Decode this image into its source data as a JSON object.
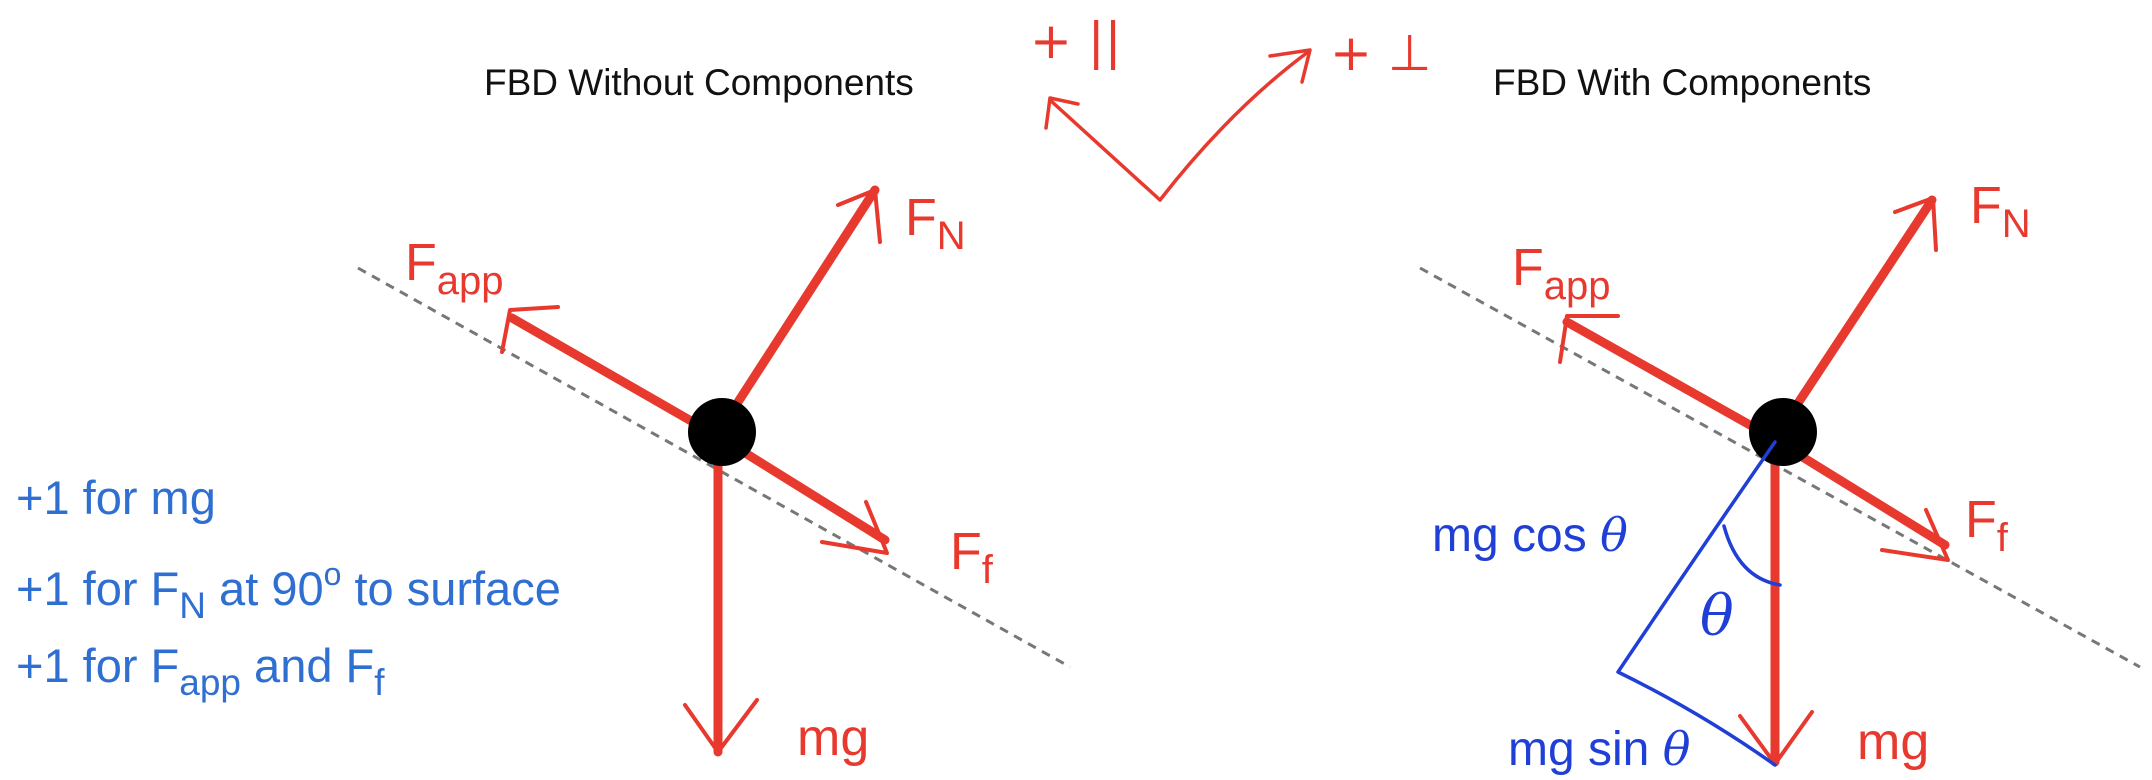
{
  "colors": {
    "force": "#e8392f",
    "annotation": "#2f6fd1",
    "handwriting_blue": "#1f3fd6",
    "title": "#111111",
    "surface": "#777777",
    "object": "#000000"
  },
  "titles": {
    "left": "FBD Without Components",
    "right": "FBD With Components"
  },
  "axes": {
    "parallel": "+ ||",
    "perpendicular": "+ ⊥"
  },
  "left_fbd": {
    "fn": {
      "main": "F",
      "sub": "N"
    },
    "fapp": {
      "main": "F",
      "sub": "app"
    },
    "ff": {
      "main": "F",
      "sub": "f"
    },
    "mg": "mg"
  },
  "right_fbd": {
    "fn": {
      "main": "F",
      "sub": "N"
    },
    "fapp": {
      "main": "F",
      "sub": "app"
    },
    "ff": {
      "main": "F",
      "sub": "f"
    },
    "mg": "mg",
    "mg_cos": {
      "text": "mg cos",
      "symbol": "θ"
    },
    "mg_sin": {
      "text": "mg sin",
      "symbol": "θ"
    },
    "theta": "θ"
  },
  "scoring": {
    "line1": "+1 for mg",
    "line2": {
      "pre": "+1 for F",
      "sub": "N",
      "mid": " at 90",
      "sup": "o",
      "post": " to surface"
    },
    "line3": {
      "pre": "+1 for F",
      "sub1": "app",
      "mid": " and F",
      "sub2": "f"
    }
  }
}
